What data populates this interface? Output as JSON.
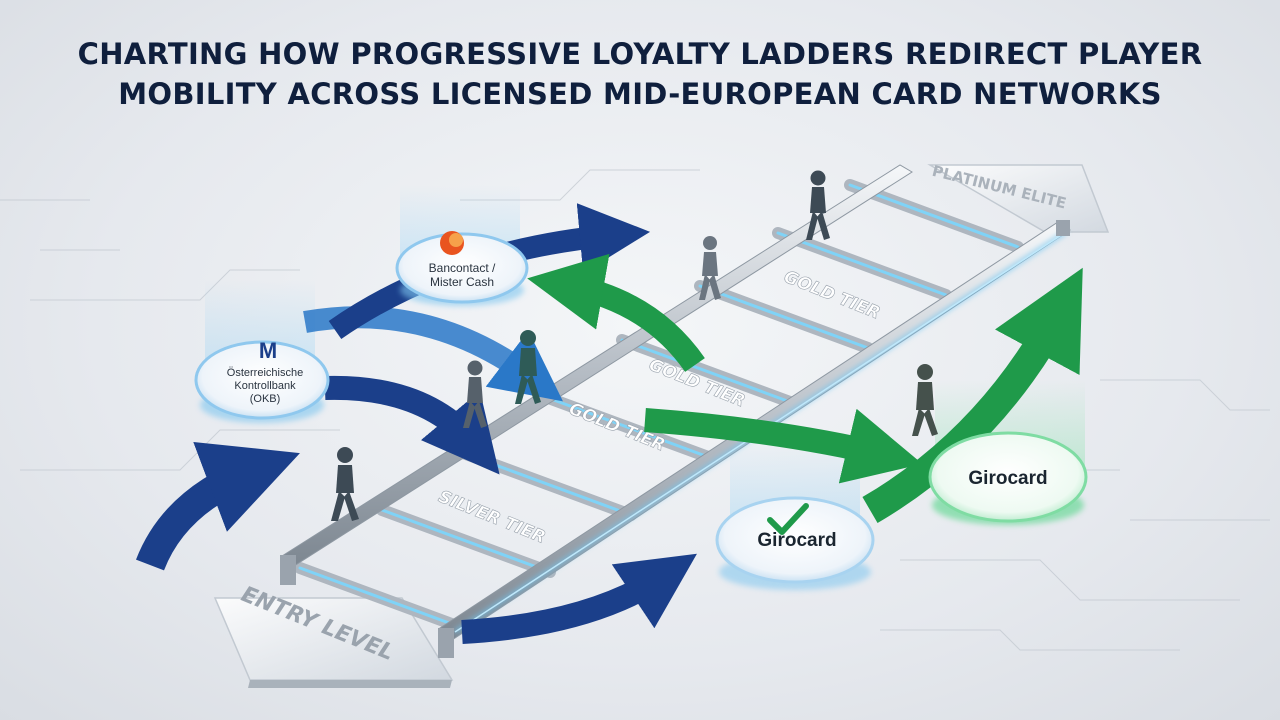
{
  "title": {
    "line1": "CHARTING HOW PROGRESSIVE LOYALTY LADDERS REDIRECT PLAYER",
    "line2": "MOBILITY ACROSS LICENSED MID-EUROPEAN CARD NETWORKS"
  },
  "tiers": {
    "entry": "ENTRY LEVEL",
    "silver": "SILVER TIER",
    "gold_lower": "GOLD TIER",
    "gold_mid": "GOLD TIER",
    "gold_upper": "GOLD TIER",
    "platinum": "PLATINUM ELITE"
  },
  "networks": {
    "oekb": {
      "line1": "Österreichische",
      "line2": "Kontrollbank",
      "line3": "(OKB)"
    },
    "bancontact": {
      "line1": "Bancontact /",
      "line2": "Mister Cash"
    },
    "girocard_front": "Girocard",
    "girocard_back": "Girocard"
  },
  "colors": {
    "navy_arrow": "#1b3f8a",
    "blue_arrow": "#2a78c8",
    "green_arrow": "#1f9a4a",
    "glow_blue": "#6fc6f2",
    "glow_green": "#56d68a",
    "title": "#0f1f3d",
    "figure": "#3d4a55"
  },
  "icons": {
    "oekb_logo": "oekb-m-logo-icon",
    "bancontact_logo": "bancontact-orb-icon",
    "girocard_check": "checkmark-icon"
  }
}
